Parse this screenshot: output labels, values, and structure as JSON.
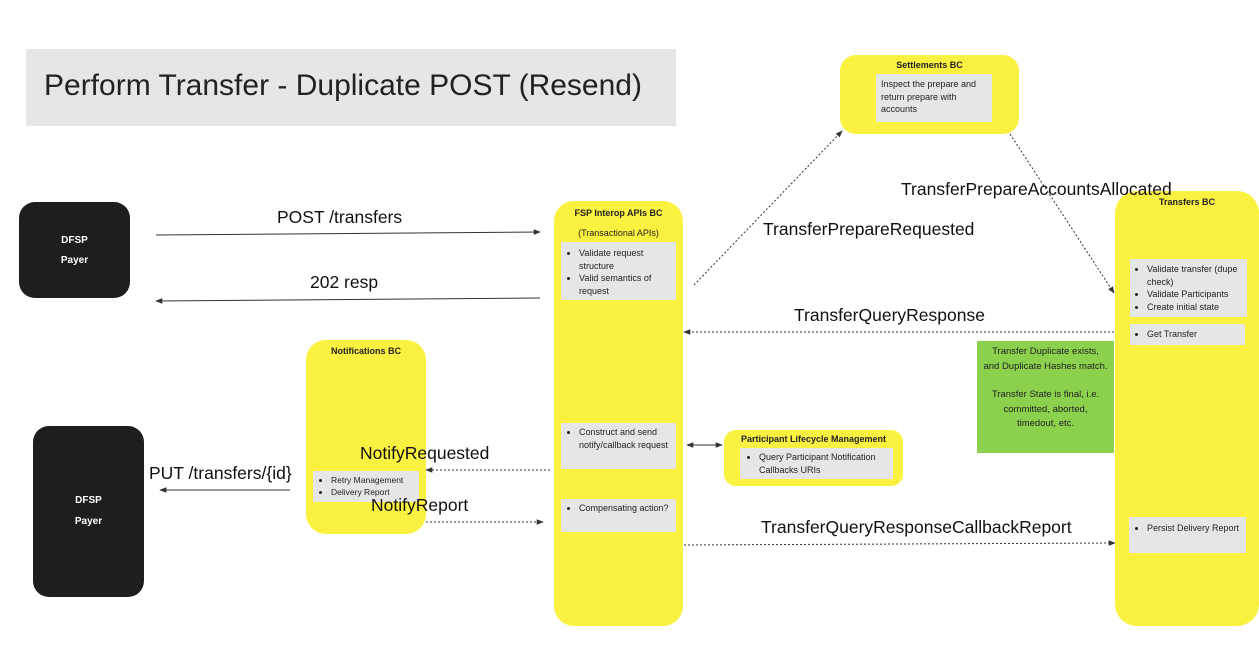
{
  "title": "Perform Transfer - Duplicate POST (Resend)",
  "payer_top": {
    "line1": "DFSP",
    "line2": "Payer"
  },
  "payer_bottom": {
    "line1": "DFSP",
    "line2": "Payer"
  },
  "fsp_interop": {
    "title": "FSP Interop APIs BC",
    "subtitle": "(Transactional APIs)",
    "card1": [
      "Validate request structure",
      "Valid semantics of request"
    ],
    "card2": [
      "Construct and send notify/callback request"
    ],
    "card3": [
      "Compensating action?"
    ]
  },
  "settlements": {
    "title": "Settlements BC",
    "card": "Inspect the prepare and return prepare with accounts"
  },
  "transfers": {
    "title": "Transfers BC",
    "card1": [
      "Validate transfer (dupe check)",
      "Validate Participants",
      "Create initial state"
    ],
    "card2": [
      "Get Transfer"
    ],
    "card3": [
      "Persist Delivery Report"
    ]
  },
  "notifications": {
    "title": "Notifications BC",
    "card": [
      "Retry Management",
      "Delivery Report"
    ]
  },
  "participant": {
    "title": "Participant Lifecycle Management",
    "card": [
      "Query Participant Notification Callbacks URIs"
    ]
  },
  "note": {
    "line1": "Transfer Duplicate exists, and Duplicate Hashes match.",
    "line2": "Transfer State is final, i.e. committed, aborted, timedout, etc."
  },
  "labels": {
    "post": "POST /transfers",
    "resp": "202 resp",
    "put": "PUT /transfers/{id}",
    "notify_requested": "NotifyRequested",
    "notify_report": "NotifyReport",
    "prepare_requested": "TransferPrepareRequested",
    "accounts_allocated": "TransferPrepareAccountsAllocated",
    "query_response": "TransferQueryResponse",
    "callback_report": "TransferQueryResponseCallbackReport"
  }
}
